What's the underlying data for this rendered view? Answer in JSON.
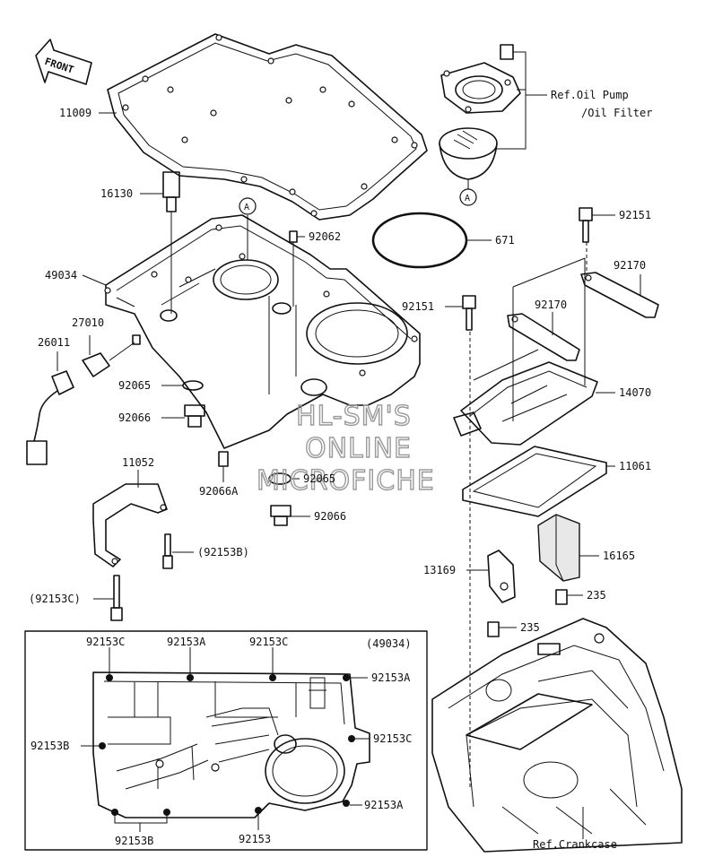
{
  "labels": {
    "front": "FRONT",
    "p11009": "11009",
    "p16130": "16130",
    "p49034": "49034",
    "p27010": "27010",
    "p26011": "26011",
    "p92062": "92062",
    "p671": "671",
    "p92151_top": "92151",
    "p92170_right": "92170",
    "p92151_left": "92151",
    "p92170_mid": "92170",
    "p14070": "14070",
    "p92065_a": "92065",
    "p92066_a": "92066",
    "p92066A": "92066A",
    "p92065_b": "92065",
    "p92066_b": "92066",
    "p11052": "11052",
    "p92153B_paren": "(92153B)",
    "p92153C_paren": "(92153C)",
    "p11061": "11061",
    "p16165": "16165",
    "p13169": "13169",
    "p235_a": "235",
    "p235_b": "235",
    "ref_oil_pump": "Ref.Oil Pump",
    "ref_oil_filter": "/Oil Filter",
    "ref_crankcase": "Ref.Crankcase",
    "marker_a": "A",
    "inset_model": "(49034)",
    "inset_92153C_1": "92153C",
    "inset_92153A_1": "92153A",
    "inset_92153C_2": "92153C",
    "inset_92153A_2": "92153A",
    "inset_92153B_1": "92153B",
    "inset_92153C_3": "92153C",
    "inset_92153A_3": "92153A",
    "inset_92153B_2": "92153B",
    "inset_92153": "92153"
  },
  "watermark": {
    "line1": "HL-SM'S",
    "line2": "ONLINE",
    "line3": "MICROFICHE"
  }
}
